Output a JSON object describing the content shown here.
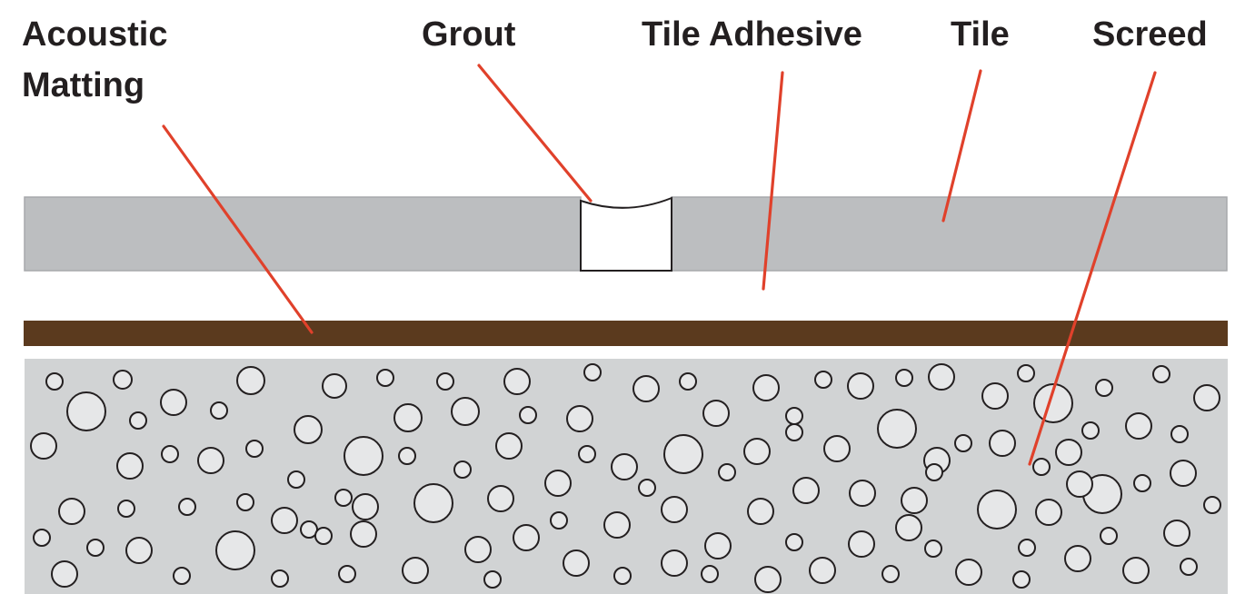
{
  "labels": {
    "acoustic_matting_line1": "Acoustic",
    "acoustic_matting_line2": "Matting",
    "grout": "Grout",
    "tile_adhesive": "Tile Adhesive",
    "tile": "Tile",
    "screed": "Screed"
  },
  "colors": {
    "tile": "#bcbec0",
    "tile_outline": "#a7a9ac",
    "grout": "#ffffff",
    "matting": "#5b3a1e",
    "screed": "#d1d3d4",
    "aggregate": "#e6e7e8",
    "leader": "#e0412b",
    "text": "#231f20"
  }
}
